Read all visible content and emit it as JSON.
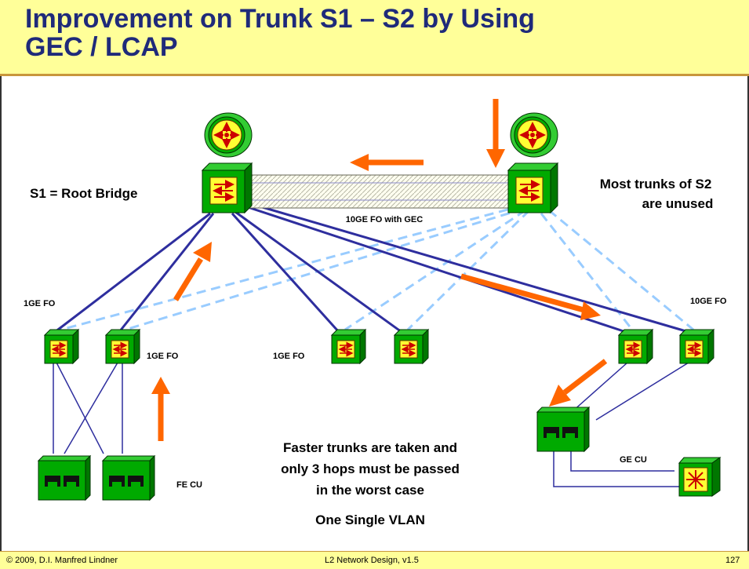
{
  "title": "Improvement on Trunk S1 – S2 by Using\nGEC / LCAP",
  "labels": {
    "s1": "S1 = Root Bridge",
    "s2_line1": "Most trunks of S2",
    "s2_line2": "are unused",
    "trunk": "10GE FO with GEC",
    "fo_left": "1GE FO",
    "fo_mid1": "1GE FO",
    "fo_mid2": "1GE FO",
    "fo_right": "10GE FO",
    "fe_cu": "FE CU",
    "ge_cu": "GE CU",
    "note_line1": "Faster trunks are taken and",
    "note_line2": "only 3 hops must be passed",
    "note_line3": "in the worst case",
    "note_line4": "One Single VLAN"
  },
  "footer": {
    "copyright": "© 2009, D.I. Manfred Lindner",
    "course": "L2 Network Design, v1.5",
    "page": "127"
  },
  "colors": {
    "title_bg": "#ffff99",
    "title_text": "#1f2a7a",
    "active_link": "#2e2e9e",
    "blocked_link": "#99ccff",
    "device_green": "#00a000",
    "device_yellow": "#ffff33",
    "arrow_orange": "#ff6600",
    "arrow_red": "#cc0000"
  },
  "icons": {
    "router": "router-icon",
    "switch": "switch-icon",
    "workgroup_switch": "workgroup-switch-icon",
    "hub": "hub-icon",
    "atm_switch": "star-switch-icon"
  }
}
